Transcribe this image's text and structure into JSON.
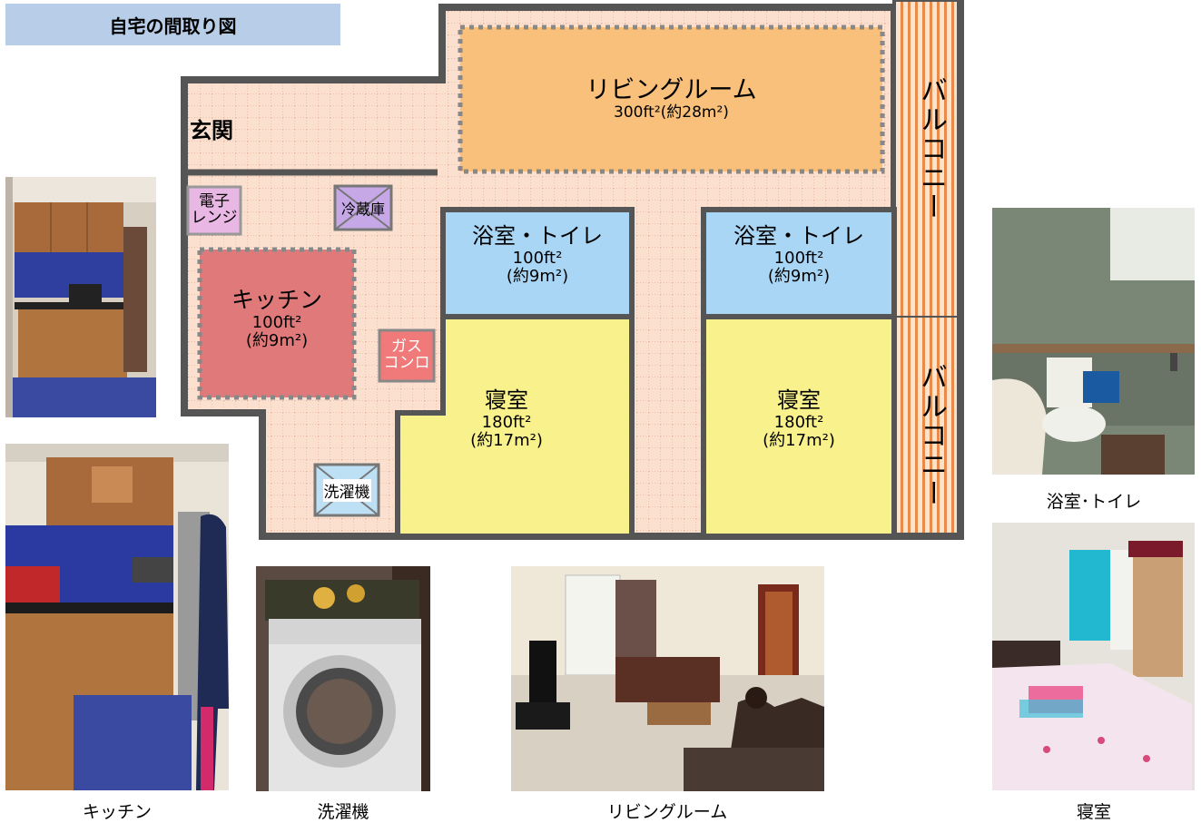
{
  "title": "自宅の間取り図",
  "entrance_label": "玄関",
  "balcony_label": "バルコニー",
  "rooms": {
    "living": {
      "name": "リビングルーム",
      "area": "300ft²(約28m²)"
    },
    "bath1": {
      "name": "浴室・トイレ",
      "area": "100ft²",
      "area_metric": "(約9m²)"
    },
    "bath2": {
      "name": "浴室・トイレ",
      "area": "100ft²",
      "area_metric": "(約9m²)"
    },
    "kitchen": {
      "name": "キッチン",
      "area": "100ft²",
      "area_metric": "(約9m²)"
    },
    "bedroom1": {
      "name": "寝室",
      "area": "180ft²",
      "area_metric": "(約17m²)"
    },
    "bedroom2": {
      "name": "寝室",
      "area": "180ft²",
      "area_metric": "(約17m²)"
    }
  },
  "appliances": {
    "microwave": "電子\nレンジ",
    "fridge": "冷蔵庫",
    "gas_stove": "ガス\nコンロ",
    "washer": "洗濯機"
  },
  "photos": {
    "kitchen_caption": "キッチン",
    "washer_caption": "洗濯機",
    "living_caption": "リビングルーム",
    "bathroom_caption": "浴室･トイレ",
    "bedroom_caption": "寝室"
  },
  "colors": {
    "floor": "#fbe0cf",
    "wall": "#555555",
    "living": "#f8c07a",
    "bath": "#a9d6f5",
    "bedroom": "#f8f18c",
    "kitchen": "#e07a7a",
    "balcony": "#f4a460"
  }
}
